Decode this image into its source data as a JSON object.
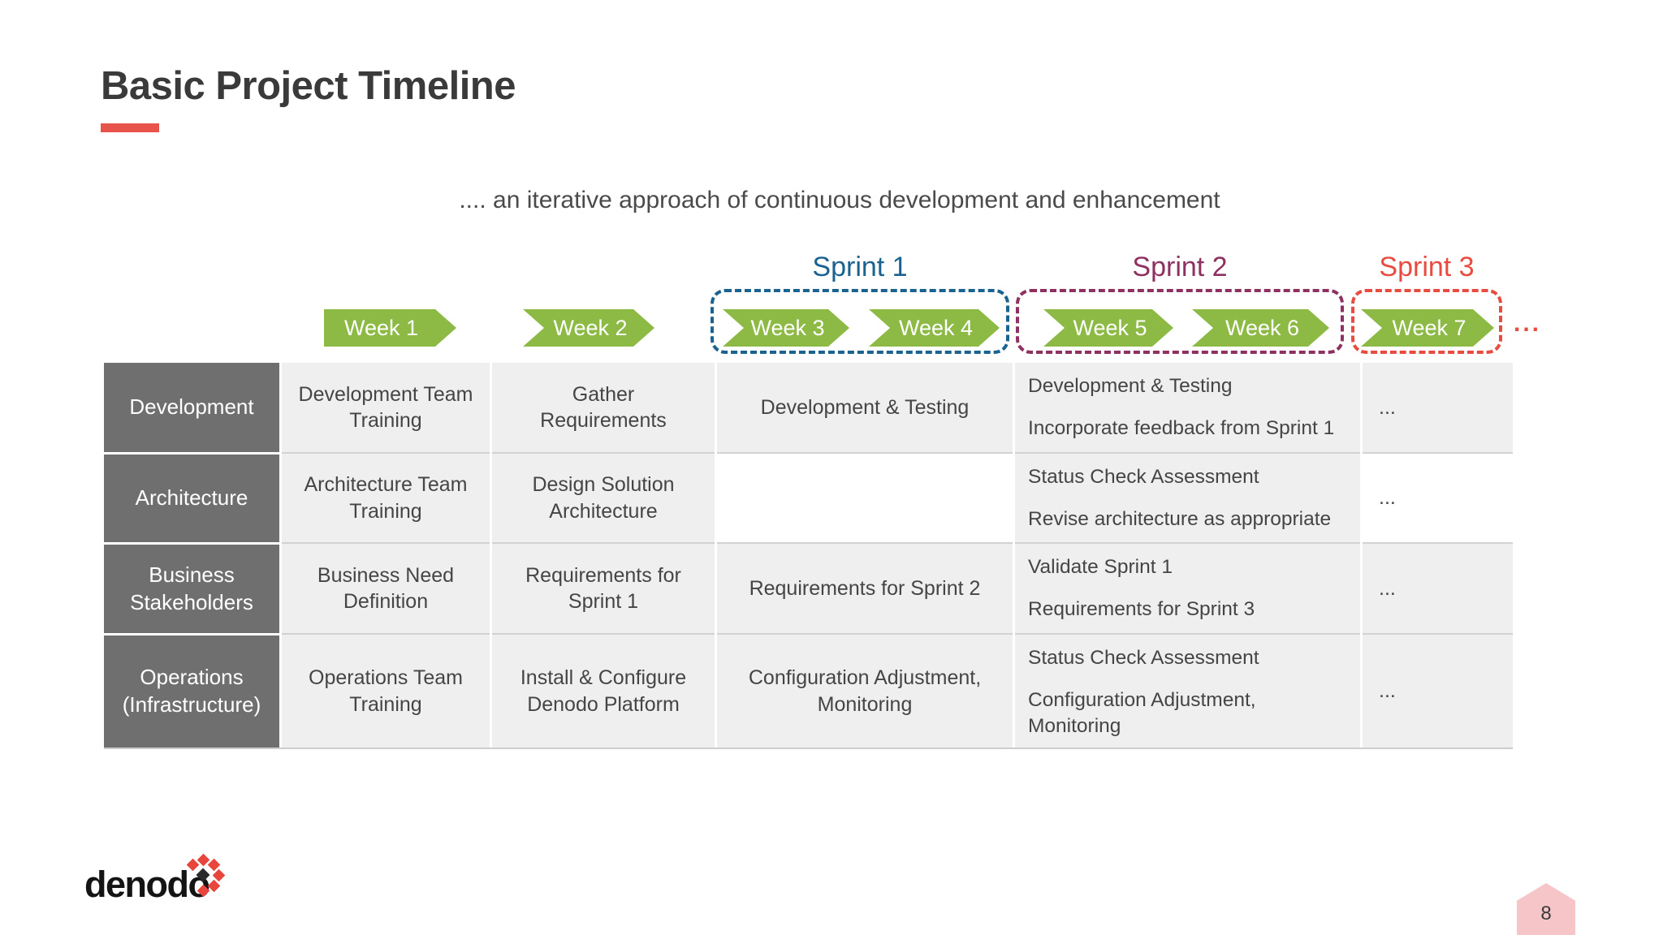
{
  "header": {
    "title": "Basic Project Timeline",
    "subtitle": ".... an iterative approach of continuous development and enhancement"
  },
  "colors": {
    "accent_red": "#e8534c",
    "sprint1_blue": "#1a628f",
    "sprint2_plum": "#8e3160",
    "sprint3_red": "#e84c41",
    "week_arrow_green": "#8cba45",
    "row_header_gray": "#6f6f6f",
    "cell_gray": "#efeff0",
    "badge_pink": "#f6c5c7"
  },
  "timeline": {
    "sprints": [
      {
        "label": "Sprint 1"
      },
      {
        "label": "Sprint 2"
      },
      {
        "label": "Sprint 3"
      }
    ],
    "weeks": [
      "Week 1",
      "Week 2",
      "Week 3",
      "Week 4",
      "Week 5",
      "Week 6",
      "Week 7"
    ],
    "more": "..."
  },
  "table": {
    "rows": [
      {
        "header": "Development",
        "week1": "Development Team Training",
        "week2": "Gather Requirements",
        "sprint1": "Development & Testing",
        "sprint2": [
          "Development & Testing",
          "Incorporate feedback from Sprint 1"
        ],
        "sprint3": "..."
      },
      {
        "header": "Architecture",
        "week1": "Architecture Team Training",
        "week2": "Design Solution Architecture",
        "sprint1": "",
        "sprint2": [
          "Status Check Assessment",
          "Revise architecture as appropriate"
        ],
        "sprint3": "..."
      },
      {
        "header": "Business Stakeholders",
        "week1": "Business Need Definition",
        "week2": "Requirements for Sprint 1",
        "sprint1": "Requirements for Sprint 2",
        "sprint2": [
          "Validate Sprint 1",
          "Requirements for Sprint 3"
        ],
        "sprint3": "..."
      },
      {
        "header": "Operations (Infrastructure)",
        "week1": "Operations Team Training",
        "week2": "Install & Configure Denodo Platform",
        "sprint1": "Configuration Adjustment, Monitoring",
        "sprint2": [
          "Status Check Assessment",
          "Configuration Adjustment, Monitoring"
        ],
        "sprint3": "..."
      }
    ]
  },
  "footer": {
    "logo_text": "denodo",
    "page_number": "8"
  }
}
